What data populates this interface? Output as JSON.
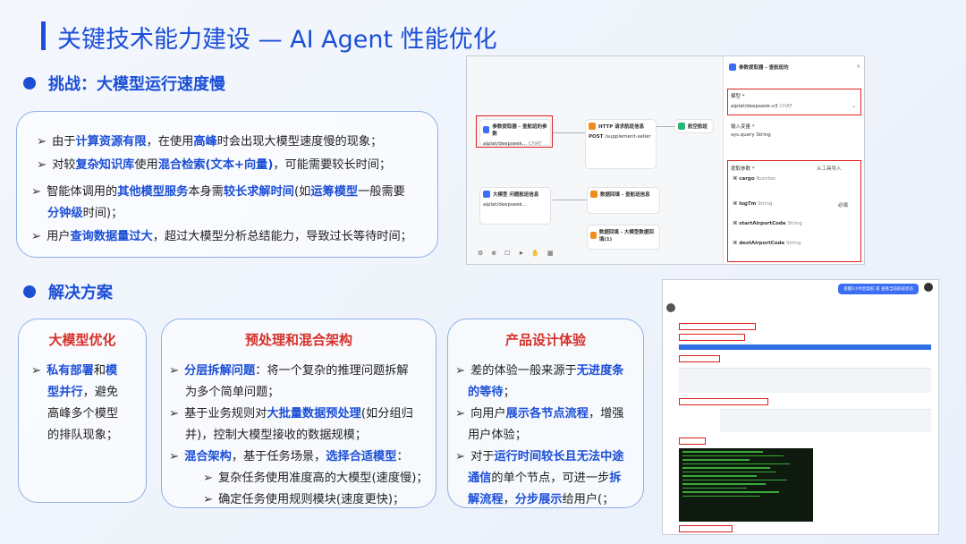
{
  "page": {
    "title": "关键技术能力建设 — AI Agent 性能优化"
  },
  "challenge": {
    "heading": "挑战：大模型运行速度慢",
    "bullets": [
      {
        "prefix": "由于",
        "bold1": "计算资源有限",
        "mid1": "，在使用",
        "bold2": "高峰",
        "suffix": "时会出现大模型速度慢的现象；"
      },
      {
        "prefix": "对较",
        "bold1": "复杂知识库",
        "mid1": "使用",
        "bold2": "混合检索(文本+向量)",
        "suffix": "，可能需要较长时间；"
      },
      {
        "prefix": "智能体调用的",
        "bold1": "其他模型服务",
        "mid1": "本身需",
        "bold2": "较长求解时间",
        "mid2": "(如",
        "bold3": "运筹模型",
        "suffix": "一般需要"
      },
      {
        "bold1": "分钟级",
        "suffix": "时间)；"
      },
      {
        "prefix": "用户",
        "bold1": "查询数据量过大",
        "suffix": "，超过大模型分析总结能力，导致过长等待时间；"
      }
    ]
  },
  "solution": {
    "heading": "解决方案",
    "cards": [
      {
        "title": "大模型优化",
        "l1_bold1": "私有部署",
        "l1_mid": "和",
        "l1_bold2": "模",
        "l2_bold": "型并行",
        "l2_rest": "，避免",
        "l3": "高峰多个模型",
        "l4": "的排队现象；"
      },
      {
        "title": "预处理和混合架构",
        "l1_bold": "分层拆解问题",
        "l1_rest": "：将一个复杂的推理问题拆解",
        "l2": "为多个简单问题；",
        "l3_pre": "基于业务规则对",
        "l3_bold": "大批量数据预处理",
        "l3_rest": "(如分组归",
        "l4": "并)，控制大模型接收的数据规模；",
        "l5_bold1": "混合架构",
        "l5_mid": "，基于任务场景，",
        "l5_bold2": "选择合适模型",
        "l5_rest": "：",
        "l6": "复杂任务使用准度高的大模型(速度慢)；",
        "l7": "确定任务使用规则模块(速度更快)；"
      },
      {
        "title": "产品设计体验",
        "l1_pre": "差的体验一般来源于",
        "l1_bold": "无进度条",
        "l2_bold": "的等待",
        "l2_rest": "；",
        "l3_pre": "向用户",
        "l3_bold": "展示各节点流程",
        "l3_rest": "，增强",
        "l4": "用户体验；",
        "l5_pre": "对于",
        "l5_bold": "运行时间较长且无法中途",
        "l6_bold": "通信",
        "l6_rest": "的单个节点，可进一步",
        "l6_bold2": "拆",
        "l7_bold": "解流程",
        "l7_mid": "，",
        "l7_bold2": "分步展示",
        "l7_rest": "给用户(；"
      }
    ]
  },
  "screenshot1": {
    "node1_title": "参数提取器 - 查航班的参数",
    "node1_model": "aiplat/deepseek...",
    "node1_tag": "CHAT",
    "node2_title": "HTTP 请求航班信息",
    "node2_method": "POST",
    "node2_url": "/supplement-seller",
    "node3_title": "航空航班",
    "node4_title": "大模型 问题航班信息",
    "node4_model": "aiplat/deepseek...",
    "node5_title": "数据回填 - 查航班信息",
    "node6_title": "数据回填 - 大模型数据回填(1)",
    "panel_title": "参数提取器 - 查航班的",
    "panel_model_label": "模型 *",
    "panel_model_value": "aiplat/deepseek-v3",
    "panel_model_tag": "CHAT",
    "panel_input_label": "输入变量 *",
    "panel_input_value": "sys.query String",
    "panel_extract_label": "提取参数 *",
    "panel_tool_label": "从工具导入",
    "params": [
      {
        "name": "cargo",
        "type": "Number"
      },
      {
        "name": "logTm",
        "type": "String"
      },
      {
        "name": "startAirportCode",
        "type": "String"
      },
      {
        "name": "destAirportCode",
        "type": "String"
      }
    ],
    "required_label": "必填"
  },
  "screenshot2": {
    "top_button": "提醒2小时后复航 或 查看当前航班状态"
  }
}
